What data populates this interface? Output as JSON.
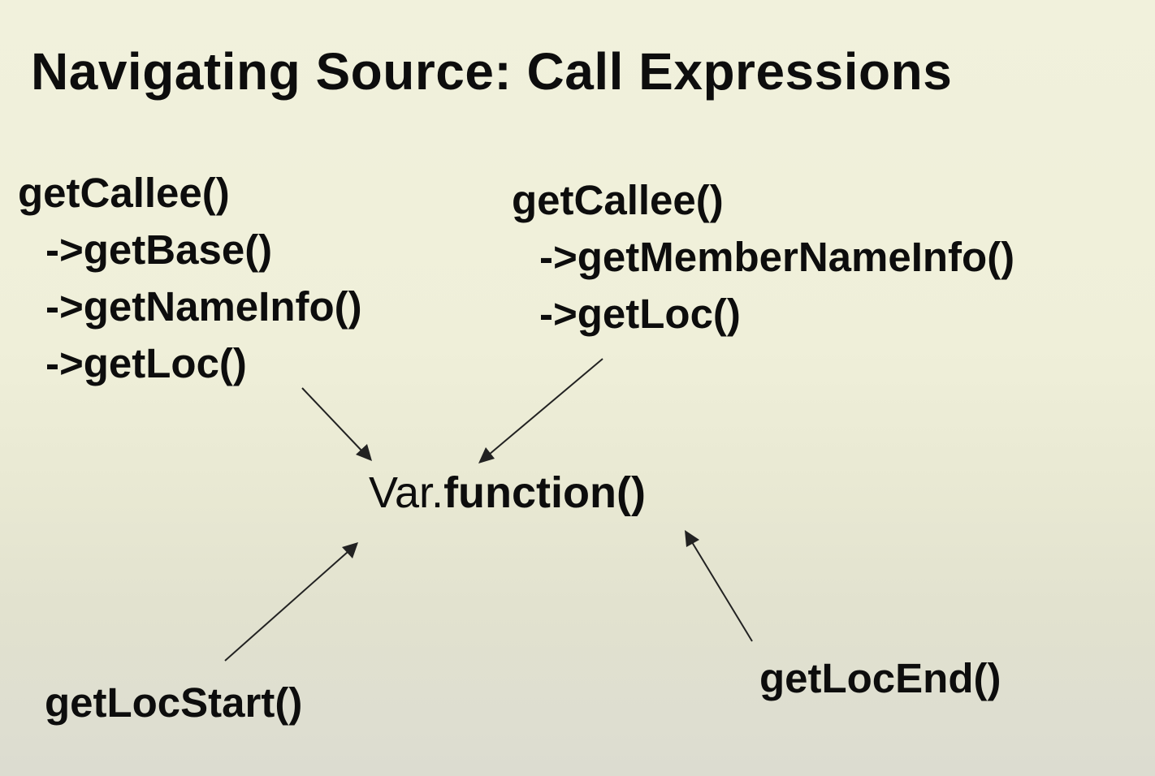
{
  "title": "Navigating Source: Call Expressions",
  "left_chain": {
    "lines": [
      "getCallee()",
      "->getBase()",
      "->getNameInfo()",
      "->getLoc()"
    ]
  },
  "right_chain": {
    "lines": [
      "getCallee()",
      "->getMemberNameInfo()",
      "->getLoc()"
    ]
  },
  "center": {
    "var_part": "Var.",
    "function_part": "function()"
  },
  "loc_start": "getLocStart()",
  "loc_end": "getLocEnd()"
}
